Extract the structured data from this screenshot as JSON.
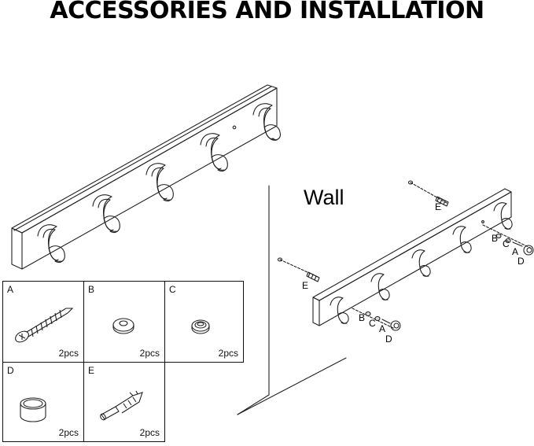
{
  "title": "ACCESSORIES AND INSTALLATION",
  "wall_label": "Wall",
  "parts": [
    {
      "letter": "A",
      "qty": "2pcs"
    },
    {
      "letter": "B",
      "qty": "2pcs"
    },
    {
      "letter": "C",
      "qty": "2pcs"
    },
    {
      "letter": "D",
      "qty": "2pcs"
    },
    {
      "letter": "E",
      "qty": "2pcs"
    }
  ],
  "callouts": {
    "E": "E",
    "A": "A",
    "B": "B",
    "C": "C",
    "D": "D"
  }
}
